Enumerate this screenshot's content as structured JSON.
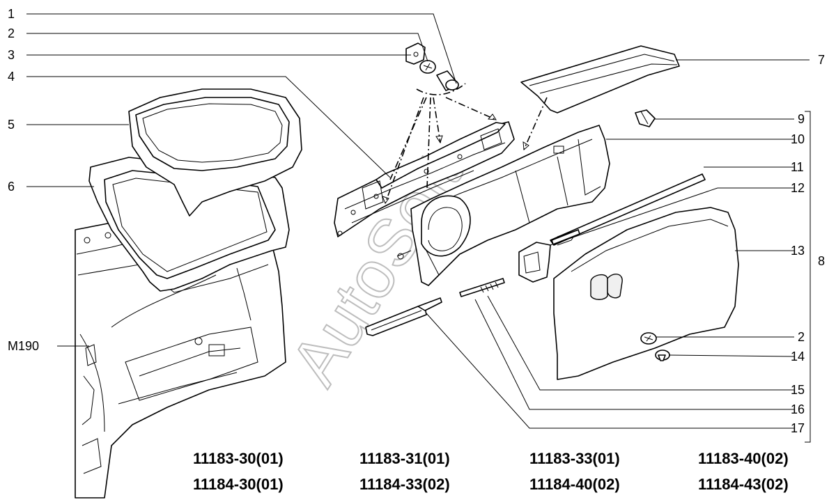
{
  "diagram": {
    "callouts_left": [
      "1",
      "2",
      "3",
      "4",
      "5",
      "6",
      "M190"
    ],
    "callouts_right": [
      "7",
      "9",
      "10",
      "11",
      "12",
      "13",
      "2",
      "14",
      "15",
      "16",
      "17"
    ],
    "group_label": "8",
    "watermark": "AutoSoft",
    "codes": [
      [
        "11183-30(01)",
        "11183-31(01)",
        "11183-33(01)",
        "11183-40(02)"
      ],
      [
        "11184-30(01)",
        "11184-33(02)",
        "11184-40(02)",
        "11184-43(02)"
      ]
    ]
  }
}
